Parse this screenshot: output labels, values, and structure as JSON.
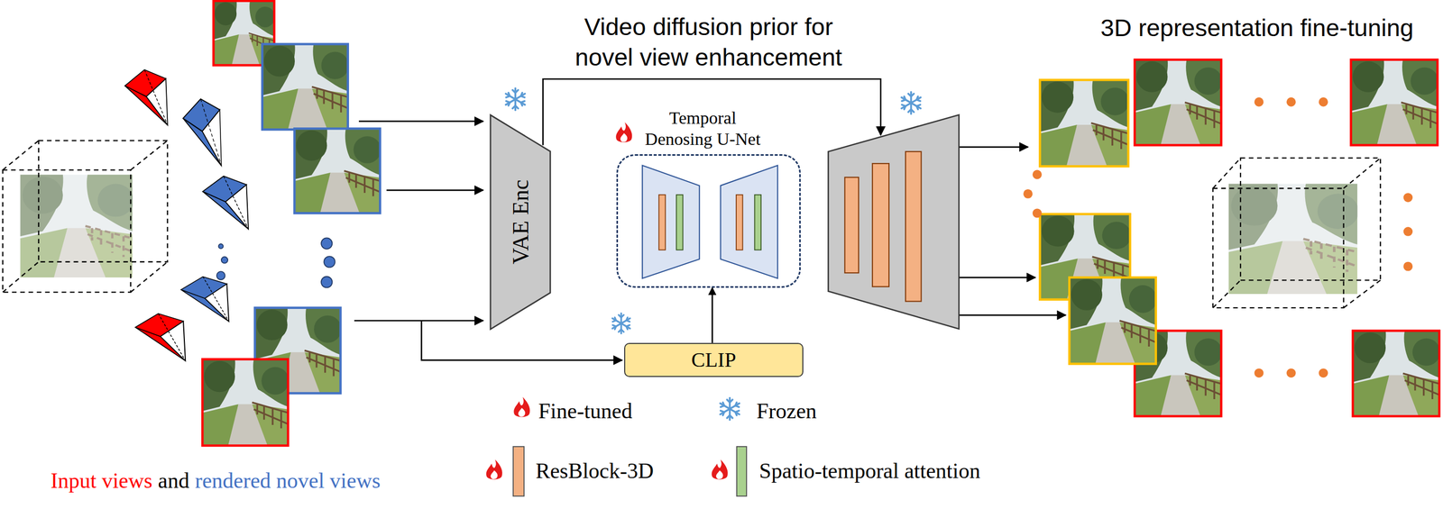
{
  "diagram": {
    "nodes": [
      {
        "text": [
          "VAE Enc"
        ]
      },
      {
        "text": [
          "Temporal Denosing U-Net"
        ]
      },
      {
        "text": [
          "CLIP"
        ]
      }
    ],
    "edges": [
      {
        "from": 2,
        "to": 1,
        "arrow": "to"
      }
    ],
    "labels": [
      "Video diffusion prior for novel view enhancement",
      "3D representation fine-tuning",
      "Input views",
      "and",
      "rendered novel views"
    ],
    "legend": [
      {
        "text": "Fine-tuned"
      },
      {
        "text": "Frozen"
      },
      {
        "text": "ResBlock-3D",
        "color": "#F4B183"
      },
      {
        "text": "Spatio-temporal attention",
        "color": "#A9D18E"
      }
    ]
  }
}
